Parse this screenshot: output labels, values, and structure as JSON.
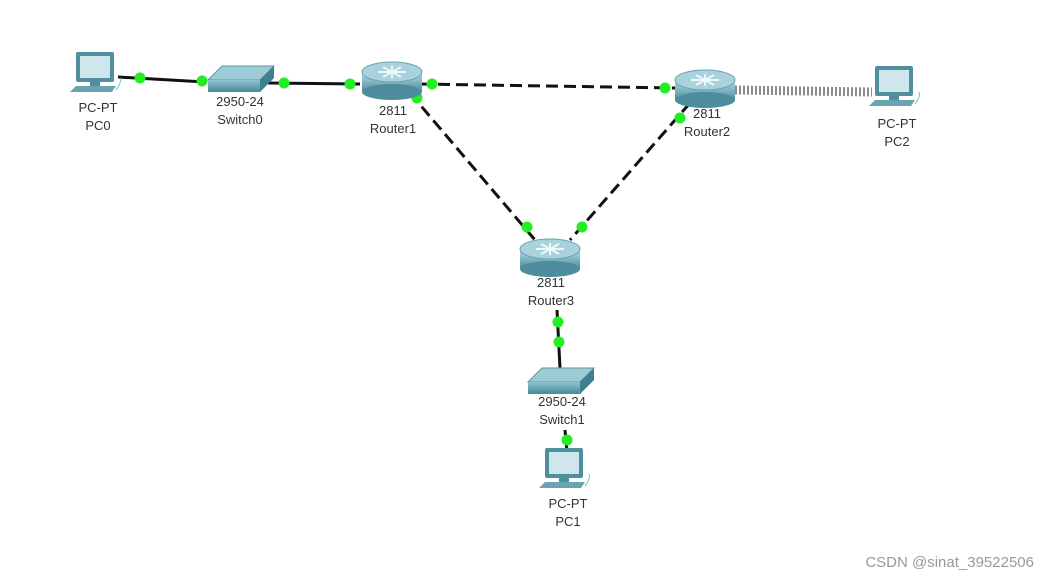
{
  "nodes": [
    {
      "id": "pc0",
      "kind": "pc",
      "model": "PC-PT",
      "name": "PC0"
    },
    {
      "id": "switch0",
      "kind": "switch",
      "model": "2950-24",
      "name": "Switch0"
    },
    {
      "id": "router1",
      "kind": "router",
      "model": "2811",
      "name": "Router1"
    },
    {
      "id": "router2",
      "kind": "router",
      "model": "2811",
      "name": "Router2"
    },
    {
      "id": "pc2",
      "kind": "pc",
      "model": "PC-PT",
      "name": "PC2"
    },
    {
      "id": "router3",
      "kind": "router",
      "model": "2811",
      "name": "Router3"
    },
    {
      "id": "switch1",
      "kind": "switch",
      "model": "2950-24",
      "name": "Switch1"
    },
    {
      "id": "pc1",
      "kind": "pc",
      "model": "PC-PT",
      "name": "PC1"
    }
  ],
  "links": [
    {
      "from": "pc0",
      "to": "switch0",
      "style": "straight",
      "status": "up"
    },
    {
      "from": "switch0",
      "to": "router1",
      "style": "straight",
      "status": "up"
    },
    {
      "from": "router1",
      "to": "router2",
      "style": "dashed",
      "status": "up"
    },
    {
      "from": "router1",
      "to": "router3",
      "style": "dashed",
      "status": "up"
    },
    {
      "from": "router2",
      "to": "router3",
      "style": "dashed",
      "status": "up"
    },
    {
      "from": "router2",
      "to": "pc2",
      "style": "striped",
      "status": "none"
    },
    {
      "from": "router3",
      "to": "switch1",
      "style": "straight",
      "status": "up"
    },
    {
      "from": "switch1",
      "to": "pc1",
      "style": "straight",
      "status": "up"
    }
  ],
  "colors": {
    "link_up": "#22ee22",
    "cable": "#111111",
    "device": "#5fa3b4"
  },
  "watermark": "CSDN @sinat_39522506"
}
